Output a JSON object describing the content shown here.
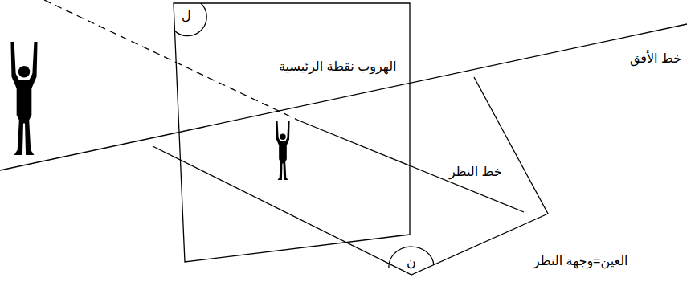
{
  "diagram": {
    "labels": [
      "ل",
      "الهروب نقطة الرئيسية",
      "خط الأفق",
      "خط النظر",
      "ن",
      "العين=وجهة النظر"
    ]
  }
}
